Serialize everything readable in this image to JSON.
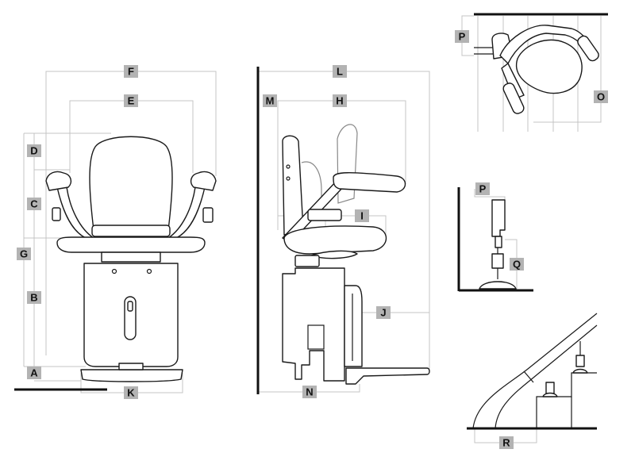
{
  "labels": {
    "A": "A",
    "B": "B",
    "C": "C",
    "D": "D",
    "E": "E",
    "F": "F",
    "G": "G",
    "H": "H",
    "I": "I",
    "J": "J",
    "K": "K",
    "L": "L",
    "M": "M",
    "N": "N",
    "O": "O",
    "P_top": "P",
    "P_rail": "P",
    "Q": "Q",
    "R": "R"
  },
  "colors": {
    "label_bg": "#b3b3b3",
    "dimension_line": "#c4c4c4",
    "ink": "#1a1a1a"
  }
}
